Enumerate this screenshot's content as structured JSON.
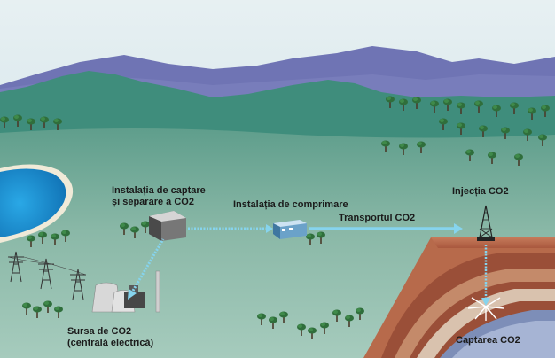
{
  "labels": {
    "capture_plant_line1": "Instalația de captare",
    "capture_plant_line2": "și separare a CO2",
    "compression_plant": "Instalația de comprimare",
    "transport": "Transportul CO2",
    "injection": "Injecția CO2",
    "source_line1": "Sursa de CO2",
    "source_line2": "(centrală electrică)",
    "storage": "Captarea CO2"
  },
  "colors": {
    "sky": "#cfe3ea",
    "mountains": "#6f74b4",
    "hills": "#3f8d7c",
    "plain": "#8cbaa9",
    "lake": "#1a8fd0",
    "flow_arrow": "#86d4ee",
    "rock": "#a3553c"
  }
}
